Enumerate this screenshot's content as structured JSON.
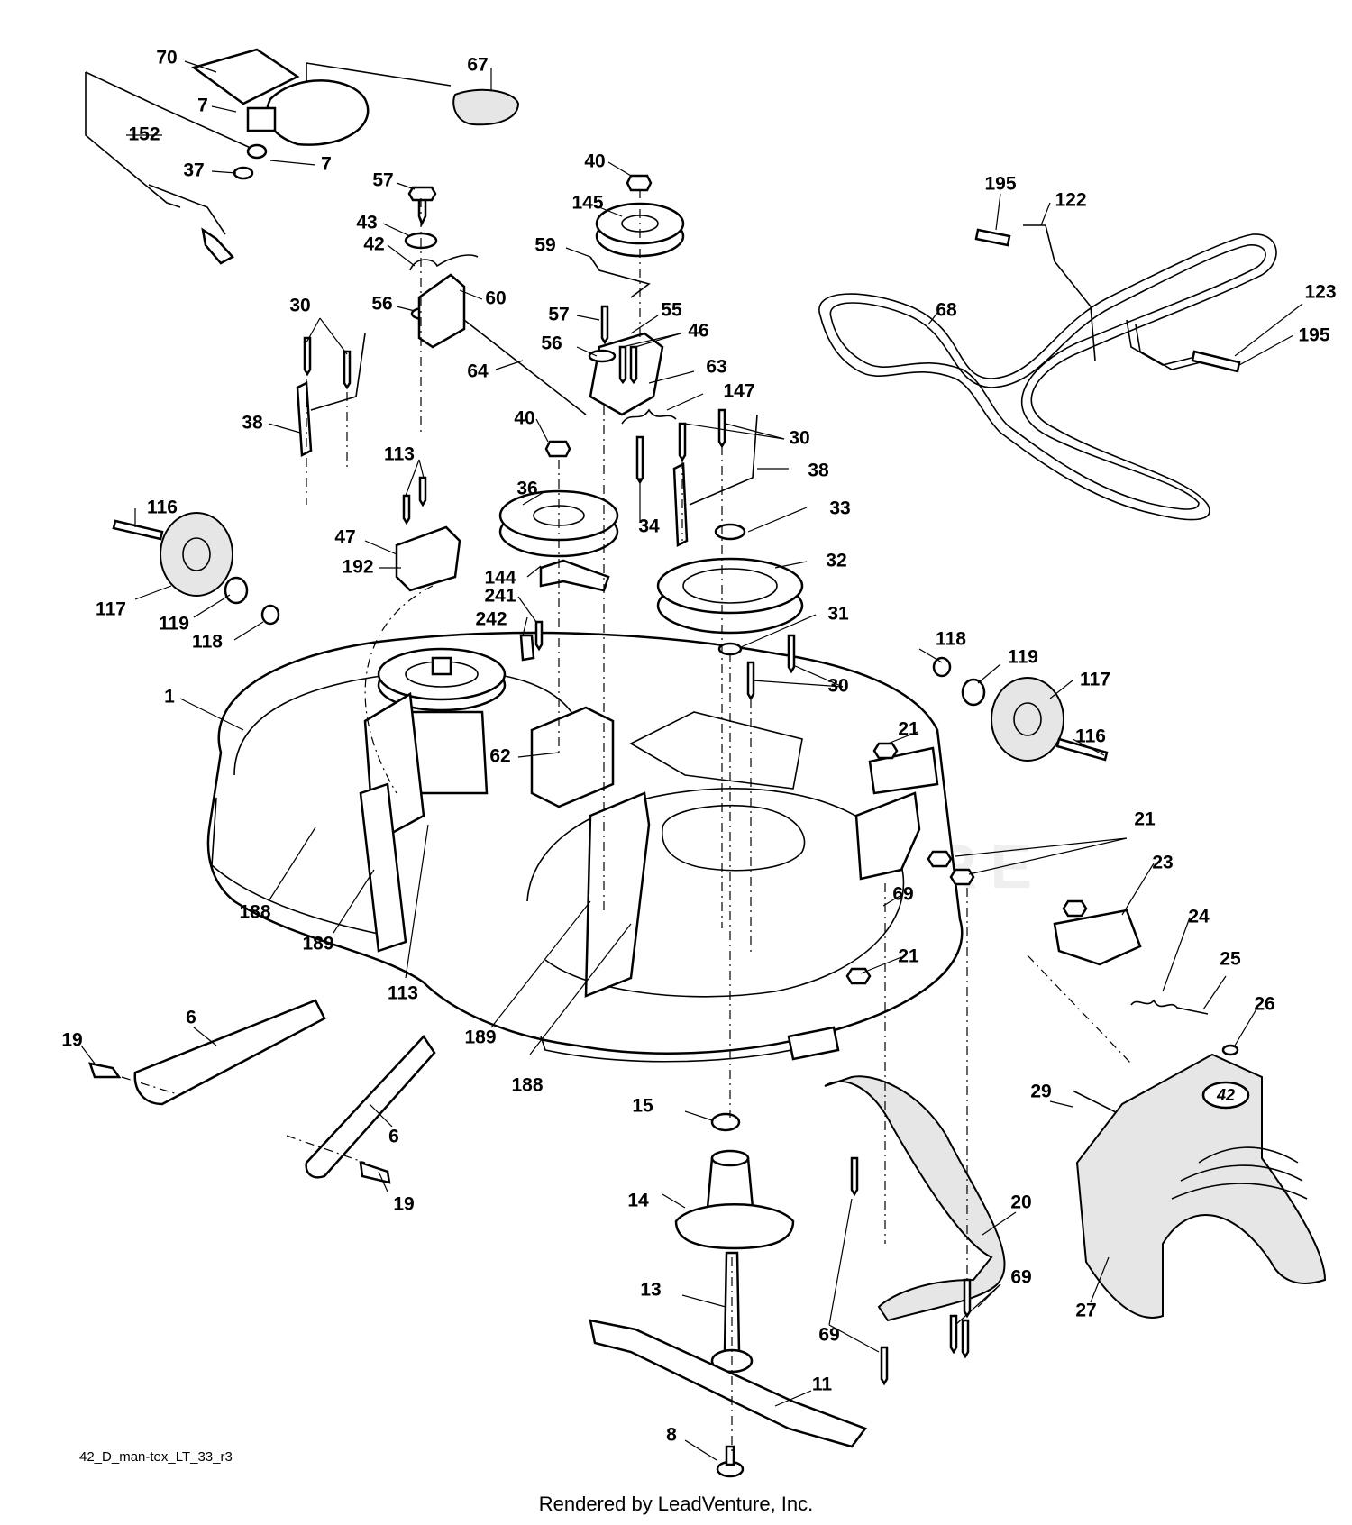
{
  "diagram": {
    "file_code": "42_D_man-tex_LT_33_r3",
    "render_credit": "Rendered by LeadVenture, Inc.",
    "watermark": "LEADVENTURE",
    "deck_badge_text": "42",
    "callouts": [
      {
        "id": "c70",
        "label": "70"
      },
      {
        "id": "c67",
        "label": "67"
      },
      {
        "id": "c7a",
        "label": "7"
      },
      {
        "id": "c152",
        "label": "152"
      },
      {
        "id": "c7b",
        "label": "7"
      },
      {
        "id": "c37",
        "label": "37"
      },
      {
        "id": "c57a",
        "label": "57"
      },
      {
        "id": "c43",
        "label": "43"
      },
      {
        "id": "c42",
        "label": "42"
      },
      {
        "id": "c56a",
        "label": "56"
      },
      {
        "id": "c60",
        "label": "60"
      },
      {
        "id": "c30a",
        "label": "30"
      },
      {
        "id": "c38a",
        "label": "38"
      },
      {
        "id": "c64",
        "label": "64"
      },
      {
        "id": "c40a",
        "label": "40"
      },
      {
        "id": "c145",
        "label": "145"
      },
      {
        "id": "c59",
        "label": "59"
      },
      {
        "id": "c57b",
        "label": "57"
      },
      {
        "id": "c55",
        "label": "55"
      },
      {
        "id": "c56b",
        "label": "56"
      },
      {
        "id": "c46",
        "label": "46"
      },
      {
        "id": "c63",
        "label": "63"
      },
      {
        "id": "c147",
        "label": "147"
      },
      {
        "id": "c40b",
        "label": "40"
      },
      {
        "id": "c30b",
        "label": "30"
      },
      {
        "id": "c38b",
        "label": "38"
      },
      {
        "id": "c36",
        "label": "36"
      },
      {
        "id": "c34",
        "label": "34"
      },
      {
        "id": "c33",
        "label": "33"
      },
      {
        "id": "c113a",
        "label": "113"
      },
      {
        "id": "c116a",
        "label": "116"
      },
      {
        "id": "c47",
        "label": "47"
      },
      {
        "id": "c192",
        "label": "192"
      },
      {
        "id": "c144",
        "label": "144"
      },
      {
        "id": "c32",
        "label": "32"
      },
      {
        "id": "c241",
        "label": "241"
      },
      {
        "id": "c242",
        "label": "242"
      },
      {
        "id": "c31",
        "label": "31"
      },
      {
        "id": "c117a",
        "label": "117"
      },
      {
        "id": "c119a",
        "label": "119"
      },
      {
        "id": "c118a",
        "label": "118"
      },
      {
        "id": "c195a",
        "label": "195"
      },
      {
        "id": "c122",
        "label": "122"
      },
      {
        "id": "c68",
        "label": "68"
      },
      {
        "id": "c123",
        "label": "123"
      },
      {
        "id": "c195b",
        "label": "195"
      },
      {
        "id": "c118b",
        "label": "118"
      },
      {
        "id": "c119b",
        "label": "119"
      },
      {
        "id": "c117b",
        "label": "117"
      },
      {
        "id": "c30c",
        "label": "30"
      },
      {
        "id": "c1",
        "label": "1"
      },
      {
        "id": "c21a",
        "label": "21"
      },
      {
        "id": "c116b",
        "label": "116"
      },
      {
        "id": "c62",
        "label": "62"
      },
      {
        "id": "c21b",
        "label": "21"
      },
      {
        "id": "c23",
        "label": "23"
      },
      {
        "id": "c69a",
        "label": "69"
      },
      {
        "id": "c24",
        "label": "24"
      },
      {
        "id": "c188a",
        "label": "188"
      },
      {
        "id": "c189a",
        "label": "189"
      },
      {
        "id": "c113b",
        "label": "113"
      },
      {
        "id": "c21c",
        "label": "21"
      },
      {
        "id": "c25",
        "label": "25"
      },
      {
        "id": "c26",
        "label": "26"
      },
      {
        "id": "c6a",
        "label": "6"
      },
      {
        "id": "c19a",
        "label": "19"
      },
      {
        "id": "c189b",
        "label": "189"
      },
      {
        "id": "c188b",
        "label": "188"
      },
      {
        "id": "c15",
        "label": "15"
      },
      {
        "id": "c29",
        "label": "29"
      },
      {
        "id": "c6b",
        "label": "6"
      },
      {
        "id": "c19b",
        "label": "19"
      },
      {
        "id": "c14",
        "label": "14"
      },
      {
        "id": "c20",
        "label": "20"
      },
      {
        "id": "c69b",
        "label": "69"
      },
      {
        "id": "c13",
        "label": "13"
      },
      {
        "id": "c69c",
        "label": "69"
      },
      {
        "id": "c27",
        "label": "27"
      },
      {
        "id": "c11",
        "label": "11"
      },
      {
        "id": "c8",
        "label": "8"
      }
    ]
  }
}
